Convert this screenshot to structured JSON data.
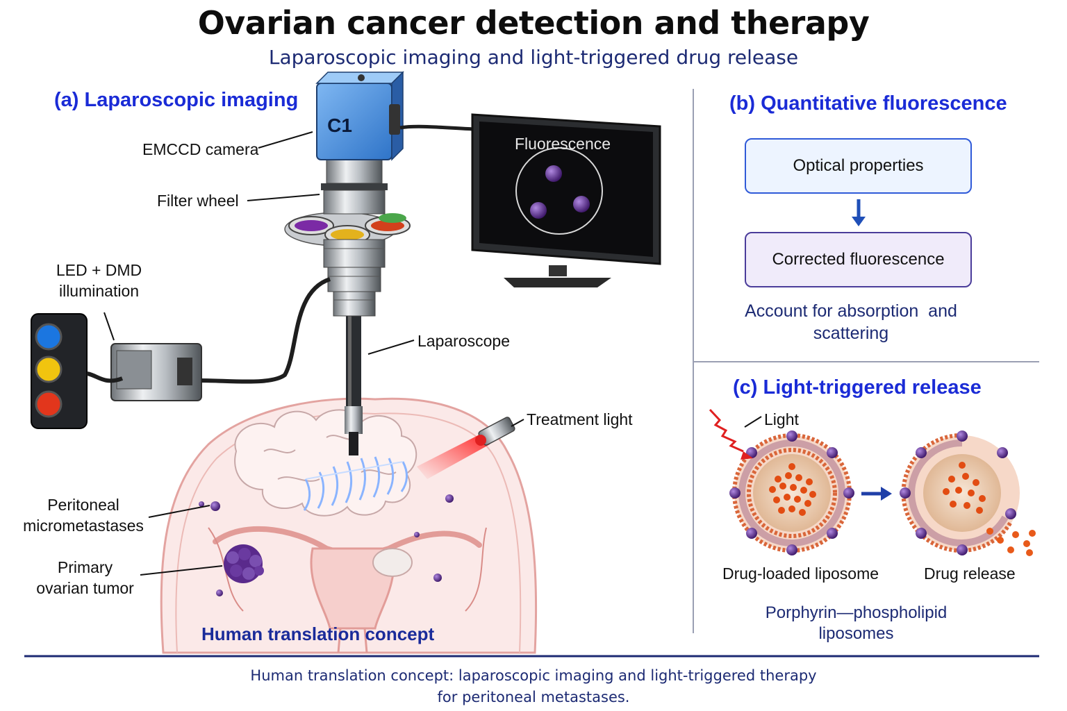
{
  "title": "Ovarian cancer detection and therapy",
  "subtitle": "Laparoscopic imaging and light-triggered drug release",
  "panel_a": {
    "heading": "(a) Laparoscopic imaging",
    "camera_badge": "C1",
    "monitor_label": "Fluorescence",
    "labels": {
      "camera": "EMCCD camera",
      "filter_wheel": "Filter wheel",
      "illumination_line1": "LED + DMD",
      "illumination_line2": "illumination",
      "laparoscope": "Laparoscope",
      "treatment_light": "Treatment light",
      "micromet_line1": "Peritoneal",
      "micromet_line2": "micrometastases",
      "tumor_line1": "Primary",
      "tumor_line2": "ovarian tumor"
    },
    "caption": "Human translation concept"
  },
  "panel_b": {
    "heading": "(b) Quantitative fluorescence",
    "box_top": "Optical properties",
    "box_bottom": "Corrected fluorescence",
    "note_line1": "Account for absorption  and",
    "note_line2": "scattering"
  },
  "panel_c": {
    "heading": "(c) Light-triggered release",
    "light_label": "Light",
    "left_label": "Drug-loaded liposome",
    "right_label": "Drug release",
    "caption_line1": "Porphyrin—phospholipid",
    "caption_line2": "liposomes"
  },
  "footer": {
    "line1": "Human translation concept: laparoscopic imaging and light-triggered therapy",
    "line2": "for peritoneal metastases."
  },
  "colors": {
    "heading_blue": "#1a2bd6",
    "navy_text": "#1c2a73",
    "camera_blue": "#4a90e2",
    "purple_metastasis": "#4b1d7a",
    "treatment_red": "#e02020"
  }
}
